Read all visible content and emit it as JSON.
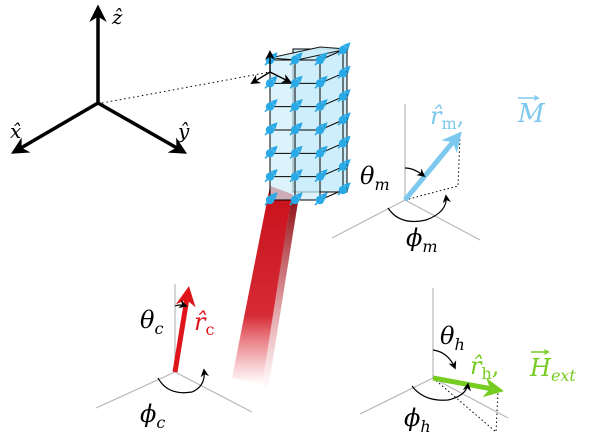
{
  "axes": {
    "z_label": "ẑ",
    "x_label": "x̂",
    "y_label": "ŷ"
  },
  "panel_m": {
    "theta_label": "θm",
    "theta_main": "θ",
    "theta_sub": "m",
    "phi_main": "ϕ",
    "phi_sub": "m",
    "r_label": "r̂m,",
    "r_main": "r̂",
    "r_sub": "m",
    "vec_label": "M",
    "color": "#7cc8ee"
  },
  "panel_c": {
    "theta_main": "θ",
    "theta_sub": "c",
    "phi_main": "ϕ",
    "phi_sub": "c",
    "r_main": "r̂",
    "r_sub": "c",
    "color": "#e0141b"
  },
  "panel_h": {
    "theta_main": "θ",
    "theta_sub": "h",
    "phi_main": "ϕ",
    "phi_sub": "h",
    "r_main": "r̂",
    "r_sub": "h",
    "comma": ",",
    "vec_main": "H",
    "vec_sub": "ext",
    "color": "#77cc22"
  },
  "colors": {
    "lattice_fill": "#cdeefa",
    "spin": "#29a9e6",
    "beam": "#c8101a",
    "guide": "#b8b8b8"
  }
}
